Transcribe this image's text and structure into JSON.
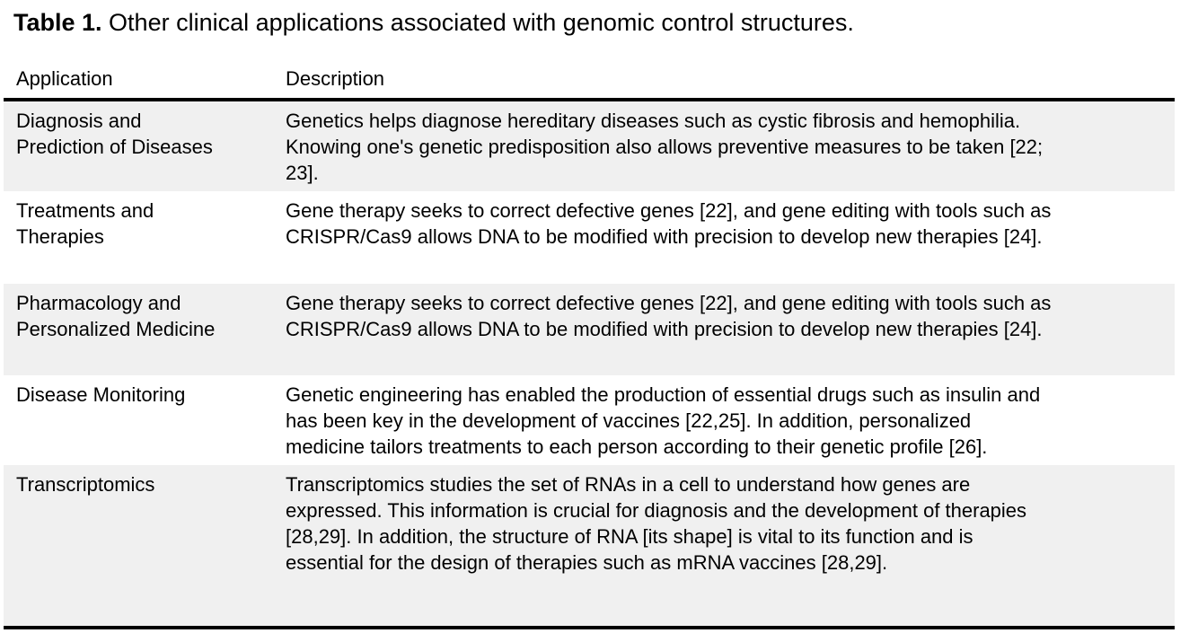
{
  "title": {
    "label": "Table 1.",
    "text": " Other clinical applications associated with genomic control structures."
  },
  "table": {
    "columns": [
      {
        "label": "Application"
      },
      {
        "label": "Description"
      }
    ],
    "rows": [
      {
        "application": "Diagnosis and Prediction of Diseases",
        "application_lines": [
          "Diagnosis and",
          "Prediction of Diseases"
        ],
        "description": "Genetics helps diagnose hereditary diseases such as cystic fibrosis and hemophilia. Knowing one's genetic predisposition also allows preventive measures to be taken [22; 23].",
        "description_lines": [
          "Genetics helps diagnose hereditary diseases such as cystic fibrosis and hemophilia.",
          "Knowing one's genetic predisposition also allows preventive measures to be taken [22;",
          "23]."
        ]
      },
      {
        "application": "Treatments and Therapies",
        "application_lines": [
          "Treatments and",
          "Therapies"
        ],
        "description": "Gene therapy seeks to correct defective genes [22], and gene editing with tools such as CRISPR/Cas9 allows DNA to be modified with precision to develop new therapies [24].",
        "description_lines": [
          "Gene therapy seeks to correct defective genes [22], and gene editing with tools such as",
          "CRISPR/Cas9 allows DNA to be modified with precision to develop new therapies [24]."
        ]
      },
      {
        "application": "Pharmacology and Personalized Medicine",
        "application_lines": [
          "Pharmacology and",
          "Personalized Medicine"
        ],
        "description": "Gene therapy seeks to correct defective genes [22], and gene editing with tools such as CRISPR/Cas9 allows DNA to be modified with precision to develop new therapies [24].",
        "description_lines": [
          "Gene therapy seeks to correct defective genes [22], and gene editing with tools such as",
          "CRISPR/Cas9 allows DNA to be modified with precision to develop new therapies [24]."
        ]
      },
      {
        "application": "Disease Monitoring",
        "application_lines": [
          "Disease Monitoring"
        ],
        "description": "Genetic engineering has enabled the production of essential drugs such as insulin and has been key in the development of vaccines [22,25]. In addition, personalized medicine tailors treatments to each person according to their genetic profile [26].",
        "description_lines": [
          "Genetic engineering has enabled the production of essential drugs such as insulin and",
          "has been key in the development of vaccines [22,25]. In addition, personalized",
          "medicine tailors treatments to each person according to their genetic profile [26]."
        ]
      },
      {
        "application": "Transcriptomics",
        "application_lines": [
          "Transcriptomics"
        ],
        "description": "Transcriptomics studies the set of RNAs in a cell to understand how genes are expressed. This information is crucial for diagnosis and the development of therapies [28,29]. In addition, the structure of RNA [its shape] is vital to its function and is essential for the design of therapies such as mRNA vaccines [28,29].",
        "description_lines": [
          "Transcriptomics studies the set of RNAs in a cell to understand how genes are",
          "expressed. This information is crucial for diagnosis and the development of therapies",
          "[28,29]. In addition, the structure of RNA [its shape] is vital to its function and is",
          "essential for the design of therapies such as mRNA vaccines [28,29]."
        ]
      }
    ]
  },
  "colors": {
    "page_background": "#ffffff",
    "row_shade": "#f0f0f0",
    "rule": "#000000",
    "text": "#000000"
  }
}
